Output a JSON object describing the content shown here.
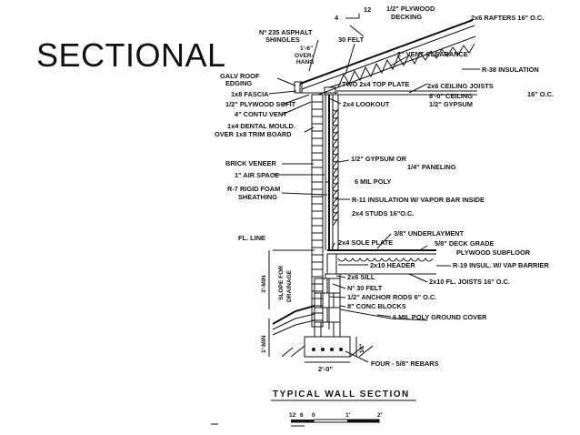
{
  "slide": {
    "title": "SECTIONAL"
  },
  "drawing": {
    "caption": "TYPICAL WALL SECTION",
    "scale_bar": [
      "12",
      "6",
      "0",
      "1'",
      "2'"
    ],
    "slope_label": [
      "12",
      "4"
    ],
    "labels": {
      "plywood_decking": [
        "1/2\" PLYWOOD",
        "DECKING"
      ],
      "rafters": "2x6 RAFTERS 16\" O.C.",
      "asphalt_shingles": [
        "Nº 235 ASPHALT",
        "SHINGLES"
      ],
      "felt_30": "30 FELT",
      "overhang": [
        "1'-6\"",
        "OVER-",
        "HANG"
      ],
      "vent_clearance": "2\" VENT CLEARANCE",
      "r38": "R-38 INSULATION",
      "galv_roof_edging": [
        "GALV ROOF",
        "EDGING"
      ],
      "two_top_plate": "TWO 2x4 TOP PLATE",
      "ceiling_joists": [
        "2x6 CEILING JOISTS",
        "16\" O.C."
      ],
      "fascia": "1x8 FASCIA",
      "soffit": "1/2\" PLYWOOD SOFIT",
      "lookout": "2x4 LOOKOUT",
      "ceiling": [
        "8'-0\" CEILING",
        "1/2\" GYPSUM"
      ],
      "contu_vent": "4\" CONTU VENT",
      "dental_mould": [
        "1x4 DENTAL MOULD.",
        "OVER 1x8 TRIM BOARD"
      ],
      "gypsum_or": [
        "1/2\" GYPSUM OR",
        "1/4\" PANELING"
      ],
      "brick_veneer": "BRICK VENEER",
      "air_space": "1\" AIR SPACE",
      "mil_poly": "6 MIL POLY",
      "rigid_foam": [
        "R-7 RIGID FOAM",
        "SHEATHING"
      ],
      "r11": "R-11 INSULATION W/ VAPOR BAR INSIDE",
      "studs": "2x4 STUDS   16\"O.C.",
      "fl_line": "FL. LINE",
      "underlayment": "3/8\" UNDERLAYMENT",
      "sole_plate": "2x4 SOLE PLATE",
      "deck_grade": [
        "5/8\" DECK GRADE",
        "PLYWOOD SUBFLOOR"
      ],
      "header": "2x10 HEADER",
      "r19": "R-19 INSUL. W/ VAP BARRIER",
      "sill": "2x6 SILL",
      "fl_joists": "2x10 FL. JOISTS   16\" O.C.",
      "felt_no30": "Nº 30 FELT",
      "slope_drainage": [
        "SLOPE FOR",
        "DRAINAGE"
      ],
      "anchor_rods": "1/2\" ANCHOR RODS   6\" O.C.",
      "conc_blocks": "8\" CONC BLOCKS",
      "ground_cover": "6 MIL POLY GROUND COVER",
      "min_3": "3'-MIN",
      "min_1": "1'-MIN",
      "footing_width": "2'-0\"",
      "footing_depth": "10\"",
      "rebars": "FOUR - 5/8\" REBARS"
    }
  }
}
